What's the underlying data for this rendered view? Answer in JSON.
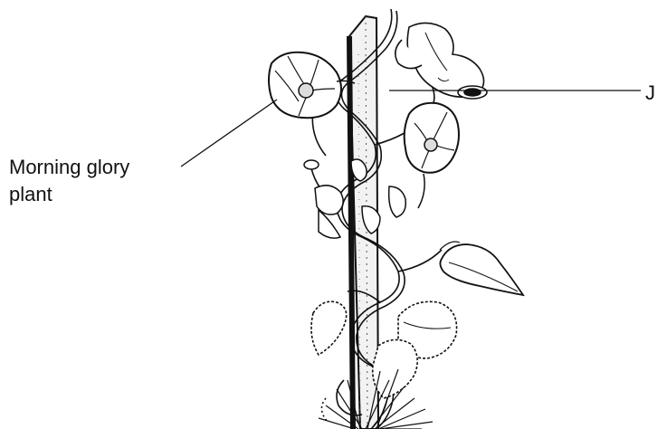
{
  "labels": {
    "plant_line1": "Morning glory",
    "plant_line2": "plant",
    "pointer_j": "J"
  },
  "colors": {
    "ink": "#111111",
    "background": "#ffffff"
  }
}
